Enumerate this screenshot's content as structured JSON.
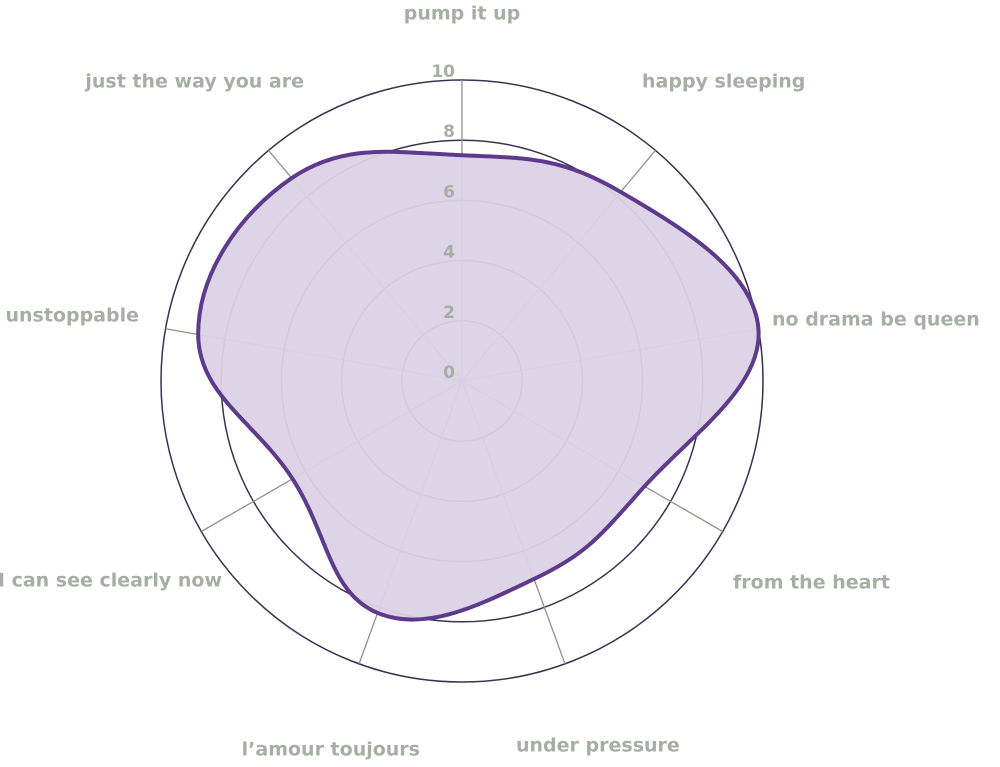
{
  "chart_data": {
    "type": "radar",
    "categories": [
      "pump it up",
      "happy sleeping",
      "no drama be queen",
      "from the heart",
      "under pressure",
      "l’amour toujours",
      "I can see clearly now",
      "unstoppable",
      "just the way you are"
    ],
    "series": [
      {
        "values": [
          7.5,
          8.2,
          10,
          7.0,
          7.0,
          8.2,
          6.5,
          8.9,
          8.8
        ]
      }
    ],
    "rlim": [
      0,
      10
    ],
    "ticks": [
      "0",
      "2",
      "4",
      "6",
      "8",
      "10"
    ],
    "grid": true,
    "colors": {
      "series_line": "#5e3a8c",
      "series_fill": "#dcd2e6",
      "grid_ring": "#3a3350",
      "spoke": "#8f948c",
      "label": "#a6afa3"
    }
  }
}
